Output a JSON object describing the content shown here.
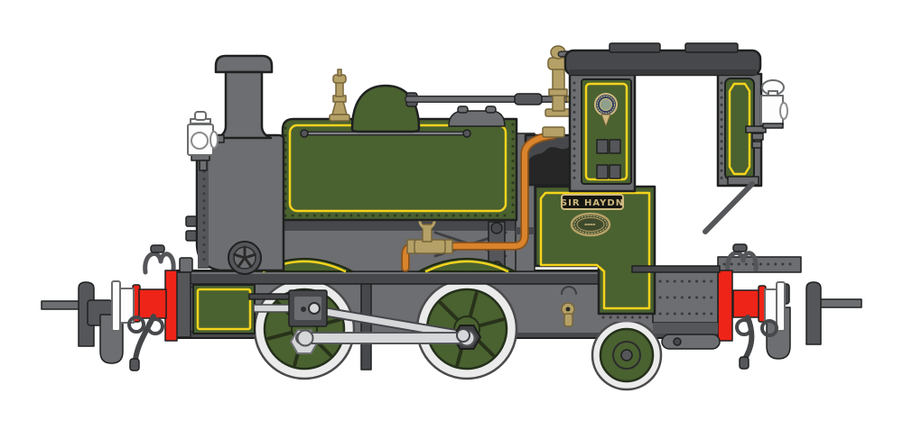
{
  "illustration": {
    "subject": "Side-view product illustration of a green 0-4-2 saddle tank steam locomotive with grey frames, red buffer beams, brass fittings and copper pipework",
    "nameplate": {
      "text": "SIR HAYDN"
    },
    "works_plate": {
      "shape": "oval-brass-plate-illegible-text"
    },
    "crest": {
      "shape": "round-garter-crest-with-pendant"
    }
  },
  "colors": {
    "green": "#4a6130",
    "yellow": "#f5d31d",
    "red": "#ee2418",
    "gray": "#6d6e71",
    "gray-dark": "#55565a",
    "gray-darker": "#47484b",
    "brass": "#b5a167",
    "brass-dark": "#76653a",
    "brass-light": "#cdb97f",
    "copper": "#d9832c",
    "copper-dark": "#8a531b",
    "silver": "#d6d7d9",
    "tyre": "#ebebec",
    "coal": "#262626",
    "navy": "#31415f",
    "lamp-white": "#fdfdfd",
    "outline": "#1f2121"
  }
}
